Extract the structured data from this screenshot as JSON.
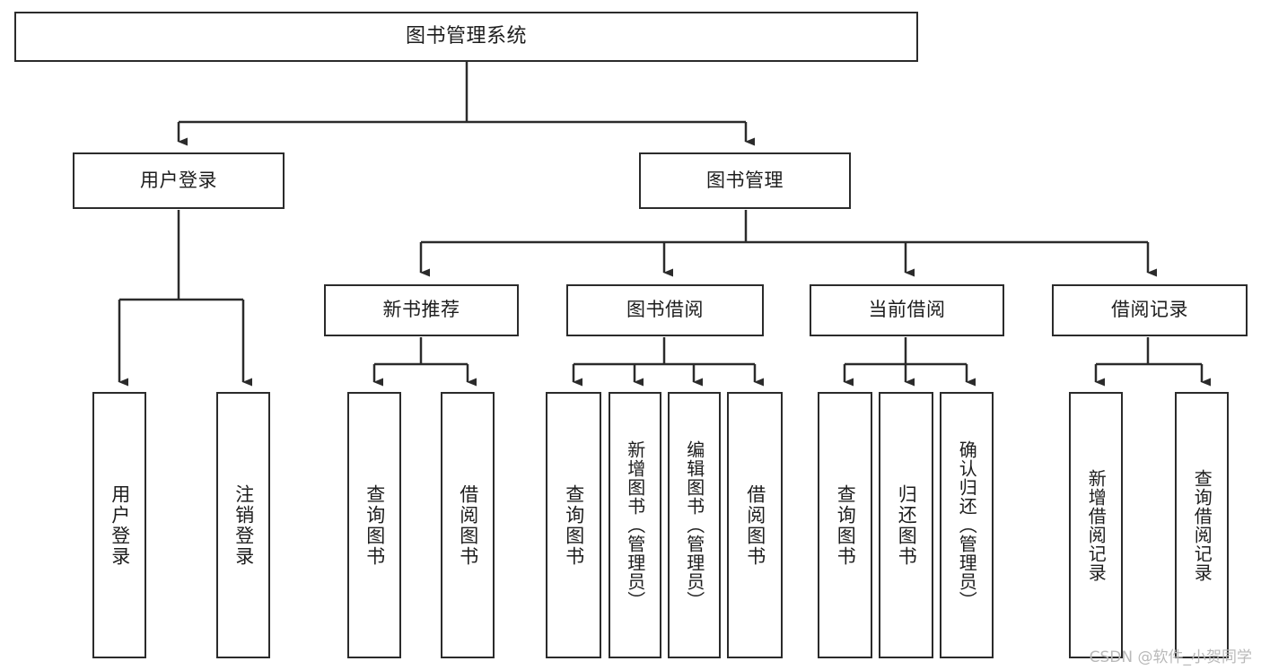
{
  "diagram": {
    "title": "图书管理系统",
    "type": "hierarchy-tree",
    "orientation": "top-down",
    "colors": {
      "stroke": "#2b2b2b",
      "fill": "#ffffff",
      "text": "#1d1d1d",
      "watermark": "#b9b9b9"
    },
    "levels": [
      {
        "level": 1,
        "nodes": [
          {
            "id": "root",
            "label": "图书管理系统",
            "text_direction": "horizontal"
          }
        ]
      },
      {
        "level": 2,
        "nodes": [
          {
            "id": "user-login",
            "label": "用户登录",
            "text_direction": "horizontal",
            "parent": "root"
          },
          {
            "id": "book-manage",
            "label": "图书管理",
            "text_direction": "horizontal",
            "parent": "root"
          }
        ]
      },
      {
        "level": 3,
        "nodes": [
          {
            "id": "new-book-rec",
            "label": "新书推荐",
            "text_direction": "horizontal",
            "parent": "book-manage"
          },
          {
            "id": "book-borrow",
            "label": "图书借阅",
            "text_direction": "horizontal",
            "parent": "book-manage"
          },
          {
            "id": "current-borrow",
            "label": "当前借阅",
            "text_direction": "horizontal",
            "parent": "book-manage"
          },
          {
            "id": "borrow-record",
            "label": "借阅记录",
            "text_direction": "horizontal",
            "parent": "book-manage"
          }
        ]
      },
      {
        "level": 4,
        "nodes": [
          {
            "id": "leaf-user-login",
            "label": "用户登录",
            "text_direction": "vertical",
            "parent": "user-login"
          },
          {
            "id": "leaf-user-logout",
            "label": "注销登录",
            "text_direction": "vertical",
            "parent": "user-login"
          },
          {
            "id": "leaf-rec-query",
            "label": "查询图书",
            "text_direction": "vertical",
            "parent": "new-book-rec"
          },
          {
            "id": "leaf-rec-borrow",
            "label": "借阅图书",
            "text_direction": "vertical",
            "parent": "new-book-rec"
          },
          {
            "id": "leaf-borrow-query",
            "label": "查询图书",
            "text_direction": "vertical",
            "parent": "book-borrow"
          },
          {
            "id": "leaf-borrow-add",
            "label": "新增图书（管理员）",
            "text_direction": "vertical",
            "parent": "book-borrow"
          },
          {
            "id": "leaf-borrow-edit",
            "label": "编辑图书（管理员）",
            "text_direction": "vertical",
            "parent": "book-borrow"
          },
          {
            "id": "leaf-borrow-lend",
            "label": "借阅图书",
            "text_direction": "vertical",
            "parent": "book-borrow"
          },
          {
            "id": "leaf-cur-query",
            "label": "查询图书",
            "text_direction": "vertical",
            "parent": "current-borrow"
          },
          {
            "id": "leaf-cur-return",
            "label": "归还图书",
            "text_direction": "vertical",
            "parent": "current-borrow"
          },
          {
            "id": "leaf-cur-confirm",
            "label": "确认归还（管理员）",
            "text_direction": "vertical",
            "parent": "current-borrow"
          },
          {
            "id": "leaf-rec-add",
            "label": "新增借阅记录",
            "text_direction": "vertical",
            "parent": "borrow-record"
          },
          {
            "id": "leaf-rec-query2",
            "label": "查询借阅记录",
            "text_direction": "vertical",
            "parent": "borrow-record"
          }
        ]
      }
    ]
  },
  "watermark": {
    "text": "CSDN @软件_小贺同学"
  }
}
